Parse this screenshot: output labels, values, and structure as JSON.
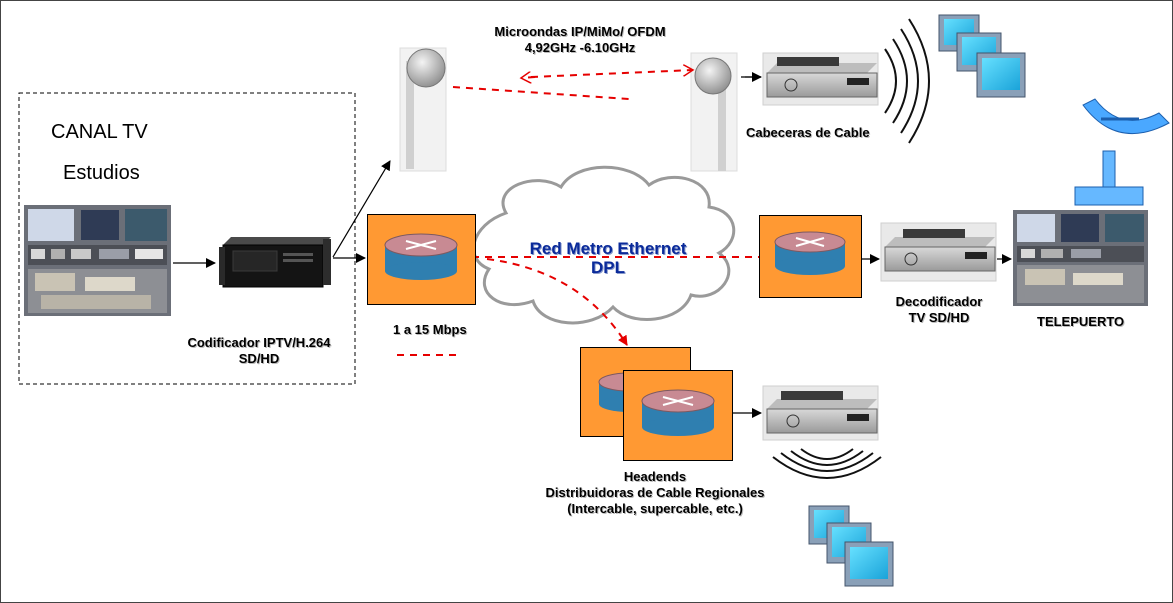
{
  "labels": {
    "canal_tv": "CANAL TV",
    "estudios": "Estudios",
    "codificador_line1": "Codificador IPTV/H.264",
    "codificador_line2": "SD/HD",
    "microondas_line1": "Microondas IP/MiMo/ OFDM",
    "microondas_line2": "4,92GHz -6.10GHz",
    "cabeceras": "Cabeceras de Cable",
    "red_line1": "Red Metro Ethernet",
    "red_line2": "DPL",
    "mbps": "1 a 15 Mbps",
    "decodificador_line1": "Decodificador",
    "decodificador_line2": "TV SD/HD",
    "telepuerto": "TELEPUERTO",
    "headends_line1": "Headends",
    "headends_line2": "Distribuidoras de Cable Regionales",
    "headends_line3": "(Intercable, supercable, etc.)"
  },
  "icons": {
    "studio": "studio-photo-icon",
    "encoder": "encoder-server-icon",
    "antenna": "microwave-antenna-icon",
    "router": "router-icon",
    "set_top_box": "set-top-box-icon",
    "tv": "tv-monitor-icon",
    "satellite": "satellite-dish-icon",
    "signal": "signal-waves-icon",
    "cloud": "network-cloud-icon"
  },
  "colors": {
    "router_box": "#ff9933",
    "router_top": "#c88a93",
    "router_body": "#2f7fb0",
    "dashed_link": "#e60000",
    "cloud_text": "#0a2a9a",
    "tv_screen": "#33ccff",
    "satellite": "#3399ff"
  }
}
